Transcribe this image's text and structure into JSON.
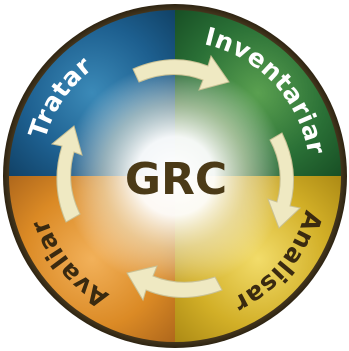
{
  "center": {
    "label": "GRC"
  },
  "segments": [
    {
      "id": "tratar",
      "label": "Tratar",
      "color": "#17507a"
    },
    {
      "id": "inventariar",
      "label": "Inventariar",
      "color": "#1e5e30"
    },
    {
      "id": "analisar",
      "label": "Analisar",
      "color": "#c4a11d"
    },
    {
      "id": "avaliar",
      "label": "Avaliar",
      "color": "#d4831f"
    }
  ],
  "cycle_direction": "clockwise",
  "colors": {
    "rim": "#4a3a20",
    "center_text": "#4b3a17",
    "arrow": "#efe9c2",
    "glow": "#ffffff"
  }
}
